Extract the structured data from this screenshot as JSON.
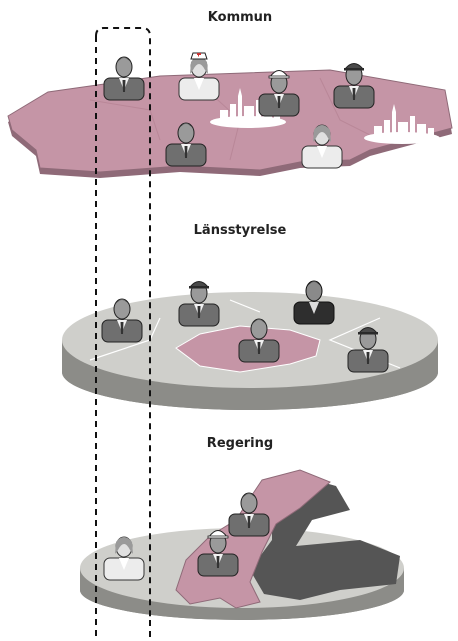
{
  "levels": {
    "kommun": {
      "label": "Kommun"
    },
    "lansstyrelse": {
      "label": "Länsstyrelse"
    },
    "regering": {
      "label": "Regering"
    }
  },
  "colors": {
    "pink": "#c595a6",
    "pink_edge": "#8f6a78",
    "gray_top": "#cfcfcb",
    "gray_side": "#8c8c88",
    "dark_gray": "#555555",
    "figure": "#6b6b6b",
    "figure_dark": "#3a3a3a"
  }
}
